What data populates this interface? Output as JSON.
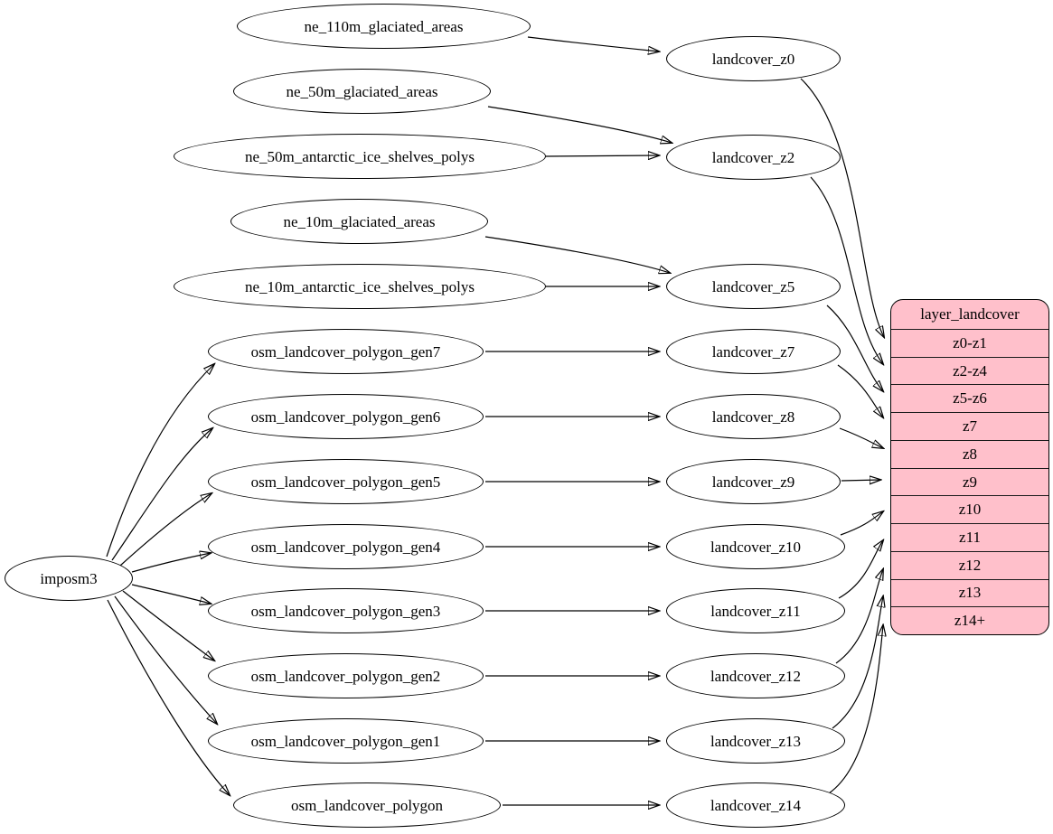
{
  "colors": {
    "background": "#ffffff",
    "node_fill": "#ffffff",
    "node_stroke": "#000000",
    "edge_stroke": "#000000",
    "table_fill": "#ffc0cb",
    "text": "#000000"
  },
  "root": {
    "label": "imposm3"
  },
  "sources": [
    {
      "label": "ne_110m_glaciated_areas"
    },
    {
      "label": "ne_50m_glaciated_areas"
    },
    {
      "label": "ne_50m_antarctic_ice_shelves_polys"
    },
    {
      "label": "ne_10m_glaciated_areas"
    },
    {
      "label": "ne_10m_antarctic_ice_shelves_polys"
    },
    {
      "label": "osm_landcover_polygon_gen7"
    },
    {
      "label": "osm_landcover_polygon_gen6"
    },
    {
      "label": "osm_landcover_polygon_gen5"
    },
    {
      "label": "osm_landcover_polygon_gen4"
    },
    {
      "label": "osm_landcover_polygon_gen3"
    },
    {
      "label": "osm_landcover_polygon_gen2"
    },
    {
      "label": "osm_landcover_polygon_gen1"
    },
    {
      "label": "osm_landcover_polygon"
    }
  ],
  "intermediates": [
    {
      "label": "landcover_z0"
    },
    {
      "label": "landcover_z2"
    },
    {
      "label": "landcover_z5"
    },
    {
      "label": "landcover_z7"
    },
    {
      "label": "landcover_z8"
    },
    {
      "label": "landcover_z9"
    },
    {
      "label": "landcover_z10"
    },
    {
      "label": "landcover_z11"
    },
    {
      "label": "landcover_z12"
    },
    {
      "label": "landcover_z13"
    },
    {
      "label": "landcover_z14"
    }
  ],
  "table": {
    "title": "layer_landcover",
    "rows": [
      {
        "label": "z0-z1"
      },
      {
        "label": "z2-z4"
      },
      {
        "label": "z5-z6"
      },
      {
        "label": "z7"
      },
      {
        "label": "z8"
      },
      {
        "label": "z9"
      },
      {
        "label": "z10"
      },
      {
        "label": "z11"
      },
      {
        "label": "z12"
      },
      {
        "label": "z13"
      },
      {
        "label": "z14+"
      }
    ]
  }
}
